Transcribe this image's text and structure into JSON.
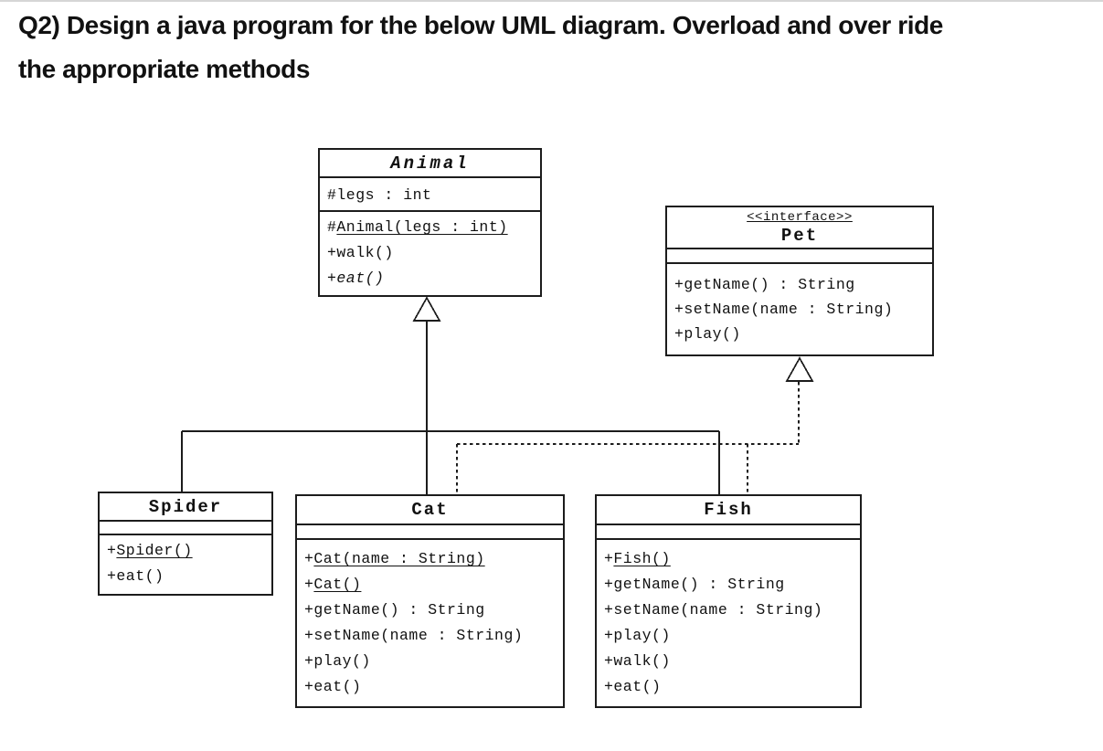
{
  "question": {
    "lines": [
      "Q2) Design a java program for the below UML diagram. Overload and over ride",
      "the appropriate methods"
    ]
  },
  "diagram": {
    "classes": {
      "animal": {
        "name": "Animal",
        "kind": "abstract class",
        "attributes": [
          {
            "pre": "#",
            "body": "legs : int"
          }
        ],
        "methods": [
          {
            "pre": "#",
            "body": "Animal(legs : int)"
          },
          {
            "pre": "+",
            "body": "walk()"
          },
          {
            "pre": "+",
            "body": "eat()"
          }
        ]
      },
      "pet": {
        "stereotype": "<<interface>>",
        "name": "Pet",
        "kind": "interface",
        "attributes": [],
        "methods": [
          {
            "pre": "+",
            "body": "getName() : String"
          },
          {
            "pre": "+",
            "body": "setName(name : String)"
          },
          {
            "pre": "+",
            "body": "play()"
          }
        ]
      },
      "spider": {
        "name": "Spider",
        "kind": "class",
        "attributes": [],
        "methods": [
          {
            "pre": "+",
            "body": "Spider()"
          },
          {
            "pre": "+",
            "body": "eat()"
          }
        ]
      },
      "cat": {
        "name": "Cat",
        "kind": "class",
        "attributes": [],
        "methods": [
          {
            "pre": "+",
            "body": "Cat(name : String)"
          },
          {
            "pre": "+",
            "body": "Cat()"
          },
          {
            "pre": "+",
            "body": "getName() : String"
          },
          {
            "pre": "+",
            "body": "setName(name : String)"
          },
          {
            "pre": "+",
            "body": "play()"
          },
          {
            "pre": "+",
            "body": "eat()"
          }
        ]
      },
      "fish": {
        "name": "Fish",
        "kind": "class",
        "attributes": [],
        "methods": [
          {
            "pre": "+",
            "body": "Fish()"
          },
          {
            "pre": "+",
            "body": "getName() : String"
          },
          {
            "pre": "+",
            "body": "setName(name : String)"
          },
          {
            "pre": "+",
            "body": "play()"
          },
          {
            "pre": "+",
            "body": "walk()"
          },
          {
            "pre": "+",
            "body": "eat()"
          }
        ]
      }
    },
    "relationships": [
      {
        "type": "inheritance",
        "from": "Spider",
        "to": "Animal",
        "line": "solid-hollow-triangle"
      },
      {
        "type": "inheritance",
        "from": "Cat",
        "to": "Animal",
        "line": "solid-hollow-triangle"
      },
      {
        "type": "inheritance",
        "from": "Fish",
        "to": "Animal",
        "line": "solid-hollow-triangle"
      },
      {
        "type": "realization",
        "from": "Cat",
        "to": "Pet",
        "line": "dashed-hollow-triangle"
      },
      {
        "type": "realization",
        "from": "Fish",
        "to": "Pet",
        "line": "dashed-hollow-triangle"
      }
    ]
  },
  "colors": {
    "line": "#1c1c1c",
    "text": "#111111",
    "background": "#ffffff",
    "top_rule": "#d6d6d6"
  }
}
